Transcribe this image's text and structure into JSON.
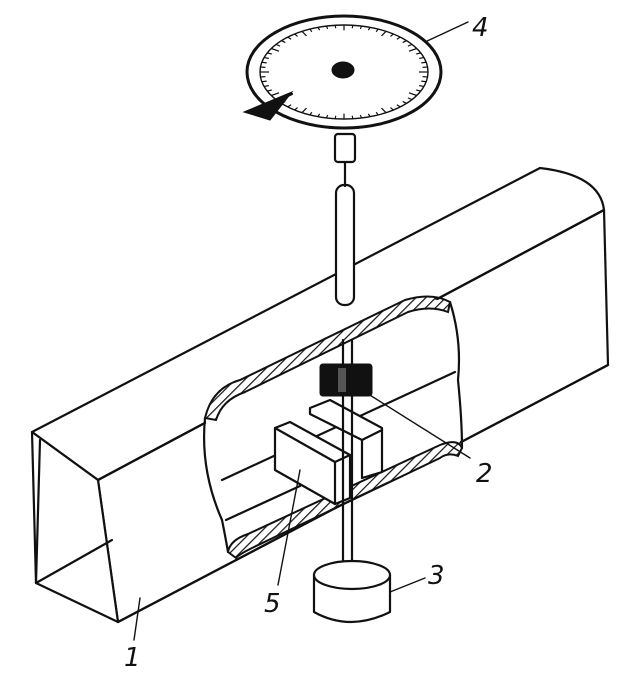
{
  "labels": {
    "channel": "1",
    "magnet": "2",
    "weight": "3",
    "dial": "4",
    "plate": "5"
  }
}
